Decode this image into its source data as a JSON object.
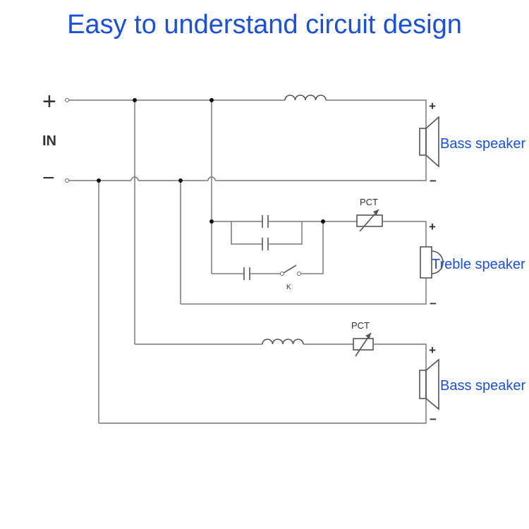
{
  "title": "Easy to understand circuit design",
  "input": {
    "plus": "+",
    "label": "IN",
    "minus": "−"
  },
  "speakers": {
    "bass_top": {
      "label": "Bass speaker",
      "plus": "+",
      "minus": "−"
    },
    "treble": {
      "label": "Treble speaker",
      "plus": "+",
      "minus": "−"
    },
    "bass_bottom": {
      "label": "Bass speaker",
      "plus": "+",
      "minus": "−"
    }
  },
  "components": {
    "pct_top": "PCT",
    "pct_bottom": "PCT",
    "switch": "K"
  }
}
